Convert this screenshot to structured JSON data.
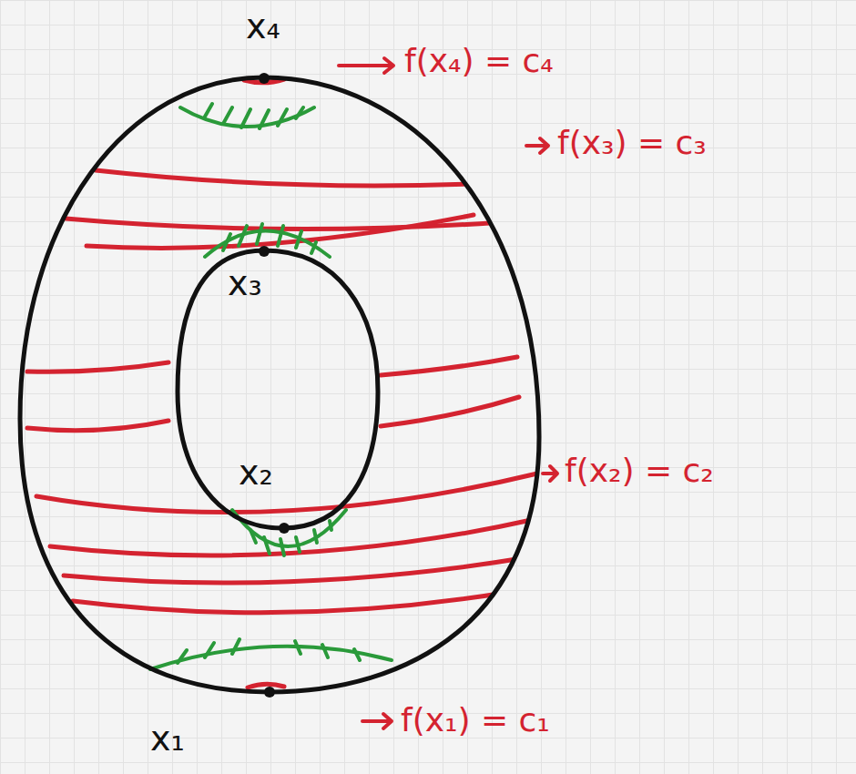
{
  "diagram": {
    "labels": [
      "x₄",
      "f(x₄) = c₄",
      "f(x₃) = c₃",
      "x₃",
      "x₂",
      "f(x₂) = c₂",
      "f(x₁) = c₁",
      "x₁"
    ]
  }
}
